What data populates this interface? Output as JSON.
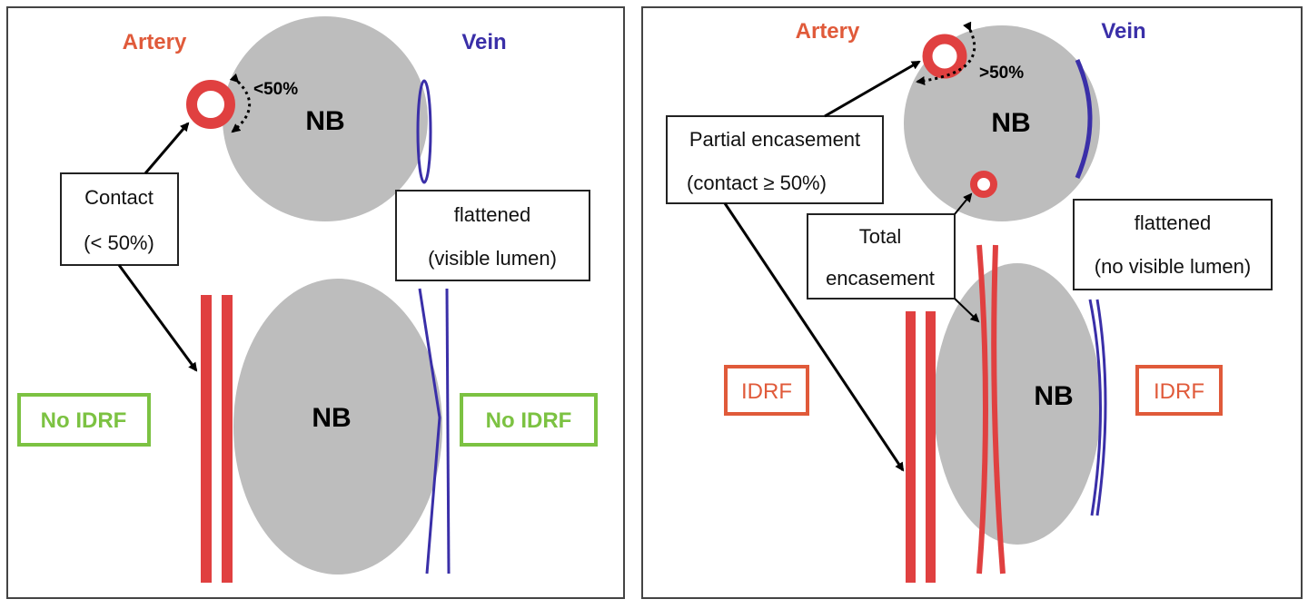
{
  "colors": {
    "artery": "#E04040",
    "artery_label": "#E05A3A",
    "vein": "#3A2FA8",
    "tumor": "#BDBDBD",
    "no_idrf": "#7CC242",
    "idrf": "#E05A3A"
  },
  "left_panel": {
    "artery_label": "Artery",
    "vein_label": "Vein",
    "nb_top": "NB",
    "nb_bottom": "NB",
    "contact_pct": "<50%",
    "contact_box": {
      "line1": "Contact",
      "line2": "(< 50%)"
    },
    "flattened_box": {
      "line1": "flattened",
      "line2": "(visible lumen)"
    },
    "no_idrf_left": "No IDRF",
    "no_idrf_right": "No IDRF"
  },
  "right_panel": {
    "artery_label": "Artery",
    "vein_label": "Vein",
    "nb_top": "NB",
    "nb_bottom": "NB",
    "contact_pct": ">50%",
    "partial_box": {
      "line1": "Partial encasement",
      "line2": "(contact ≥ 50%)"
    },
    "total_box": {
      "line1": "Total",
      "line2": "encasement"
    },
    "flattened_box": {
      "line1": "flattened",
      "line2": "(no visible lumen)"
    },
    "idrf_left": "IDRF",
    "idrf_right": "IDRF"
  }
}
